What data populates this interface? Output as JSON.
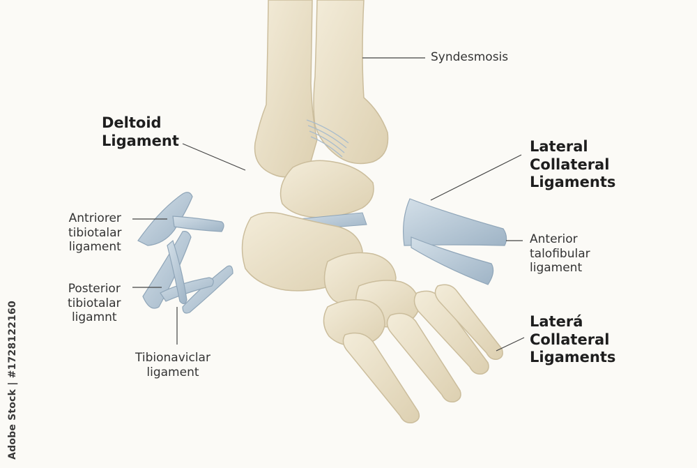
{
  "labels": {
    "syndesmosis": "Syndesmosis",
    "deltoid": [
      "Deltoid",
      "Ligament"
    ],
    "lateral_collateral_top": [
      "Lateral",
      "Collateral",
      "Ligaments"
    ],
    "anterior_tibiotalar": [
      "Antriorer",
      "tibiotalar",
      "ligament"
    ],
    "posterior_tibiotalar": [
      "Posterior",
      "tibiotalar",
      "ligamnt"
    ],
    "tibionavicular": [
      "Tibionaviclar",
      "ligament"
    ],
    "anterior_talofibular": [
      "Anterior",
      "talofibular",
      "ligament"
    ],
    "lateral_collateral_bottom": [
      "Laterá",
      "Collateral",
      "Ligaments"
    ]
  },
  "watermark": "Adobe Stock | #1728122160",
  "colors": {
    "bone": "#ece3cd",
    "bone_shade": "#d8cbaa",
    "ligament": "#b9cad8",
    "ligament_shade": "#93a9bc",
    "leader_line": "#444444"
  }
}
